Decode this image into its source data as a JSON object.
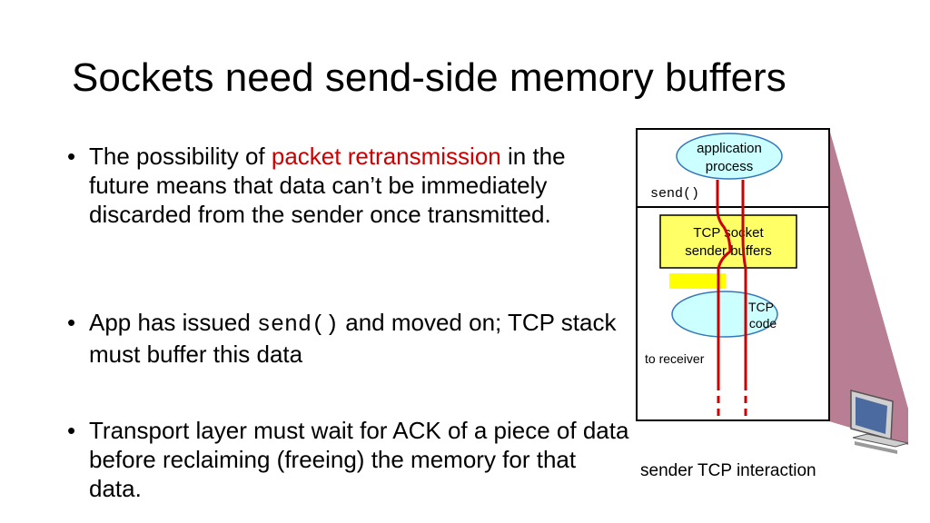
{
  "slide": {
    "title": "Sockets need send-side memory buffers",
    "bullets": [
      {
        "text_before": "The possibility of ",
        "highlight": "packet retransmission",
        "text_after": " in the future means that data can’t be immediately discarded from the sender once transmitted."
      },
      {
        "text_before": "App has issued ",
        "code": "send()",
        "text_after": " and moved on; TCP stack must buffer this data"
      },
      {
        "text": "Transport layer must wait for ACK of a piece of data before reclaiming (freeing) the memory for that data."
      }
    ],
    "bullet_glyph": "•"
  },
  "diagram": {
    "app_process_line1": "application",
    "app_process_line2": "process",
    "send_call": "send()",
    "buffer_line1": "TCP socket",
    "buffer_line2": "sender buffers",
    "tcp_code_line1": "TCP",
    "tcp_code_line2": "code",
    "to_receiver": "to receiver",
    "caption": "sender TCP interaction",
    "colors": {
      "ellipse_fill": "#ccffff",
      "ellipse_stroke": "#3377bb",
      "buffer_fill": "#ffff66",
      "data_chunk": "#ffff00",
      "path_red": "#cc0000",
      "side_panel": "#b07088"
    },
    "icons": [
      "computer-icon"
    ]
  }
}
